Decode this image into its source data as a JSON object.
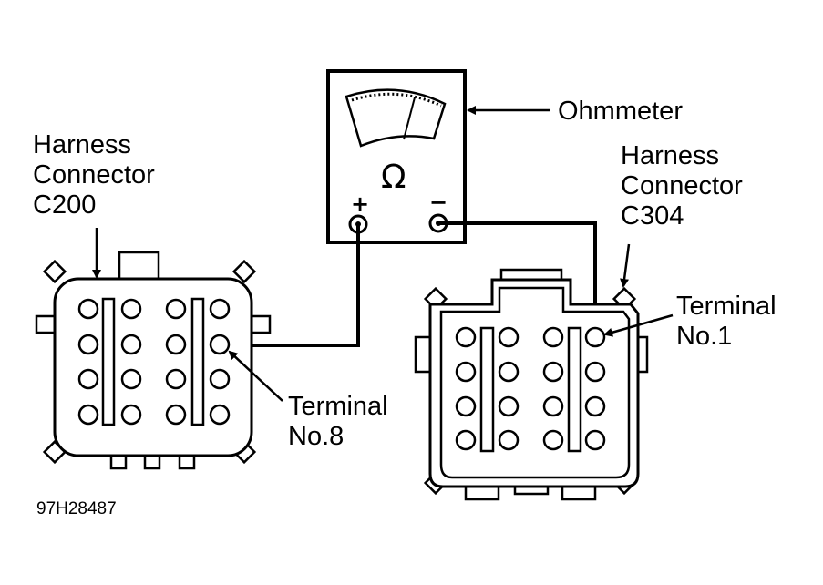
{
  "diagram": {
    "meter": {
      "label": "Ohmmeter",
      "symbol": "Ω",
      "positive_terminal": "+",
      "negative_terminal": "−"
    },
    "left_connector": {
      "label_line1": "Harness",
      "label_line2": "Connector",
      "label_line3": "C200",
      "terminal_label_line1": "Terminal",
      "terminal_label_line2": "No.8"
    },
    "right_connector": {
      "label_line1": "Harness",
      "label_line2": "Connector",
      "label_line3": "C304",
      "terminal_label_line1": "Terminal",
      "terminal_label_line2": "No.1"
    },
    "figure_code": "97H28487"
  }
}
